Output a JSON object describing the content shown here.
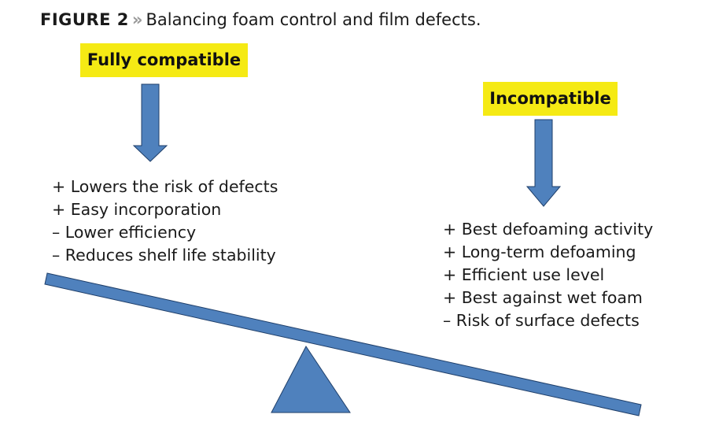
{
  "figure": {
    "number_label": "FIGURE 2",
    "separator": "»",
    "caption": "Balancing foam control and film defects."
  },
  "left": {
    "label": "Fully compatible",
    "items": [
      "+ Lowers the risk of defects",
      "+ Easy incorporation",
      "– Lower efficiency",
      "– Reduces shelf life stability"
    ]
  },
  "right": {
    "label": "Incompatible",
    "items": [
      "+ Best defoaming activity",
      "+ Long-term defoaming",
      "+ Efficient use level",
      "+ Best against wet foam",
      "– Risk of surface defects"
    ]
  },
  "colors": {
    "shape_fill": "#4f81bd",
    "shape_stroke": "#1f3f6a",
    "highlight": "#f5ea14"
  }
}
